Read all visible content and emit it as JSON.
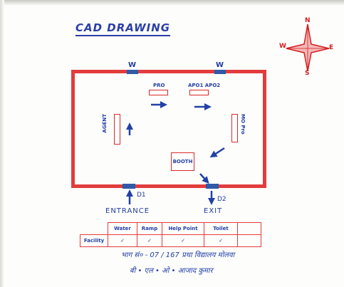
{
  "title": "CAD DRAWING",
  "compass": {
    "north": "N",
    "south": "S",
    "east": "E",
    "west": "W"
  },
  "windows": [
    {
      "label": "W"
    },
    {
      "label": "W"
    }
  ],
  "rooms": {
    "pro": "PRO",
    "apo": "APO1 APO2",
    "agent": "AGENT",
    "mo": "MO Pro",
    "booth": "BOOTH"
  },
  "doors": {
    "d1": "D1",
    "d2": "D2"
  },
  "labels": {
    "entrance": "ENTRANCE",
    "exit": "EXIT"
  },
  "table": {
    "headers": [
      "",
      "Water",
      "Ramp",
      "Help Point",
      "Toilet",
      ""
    ],
    "row": [
      "Facility",
      "✓",
      "✓",
      "✓",
      "✓",
      ""
    ]
  },
  "notes": [
    "भाग सं० - 07 / 167 प्रथा विद्यालय मोलवा",
    "बी • एल • ओ • आजाद कुमार"
  ],
  "colors": {
    "wall": "#e33c3c",
    "ink": "#2240a8",
    "window": "#2f5aa8"
  }
}
